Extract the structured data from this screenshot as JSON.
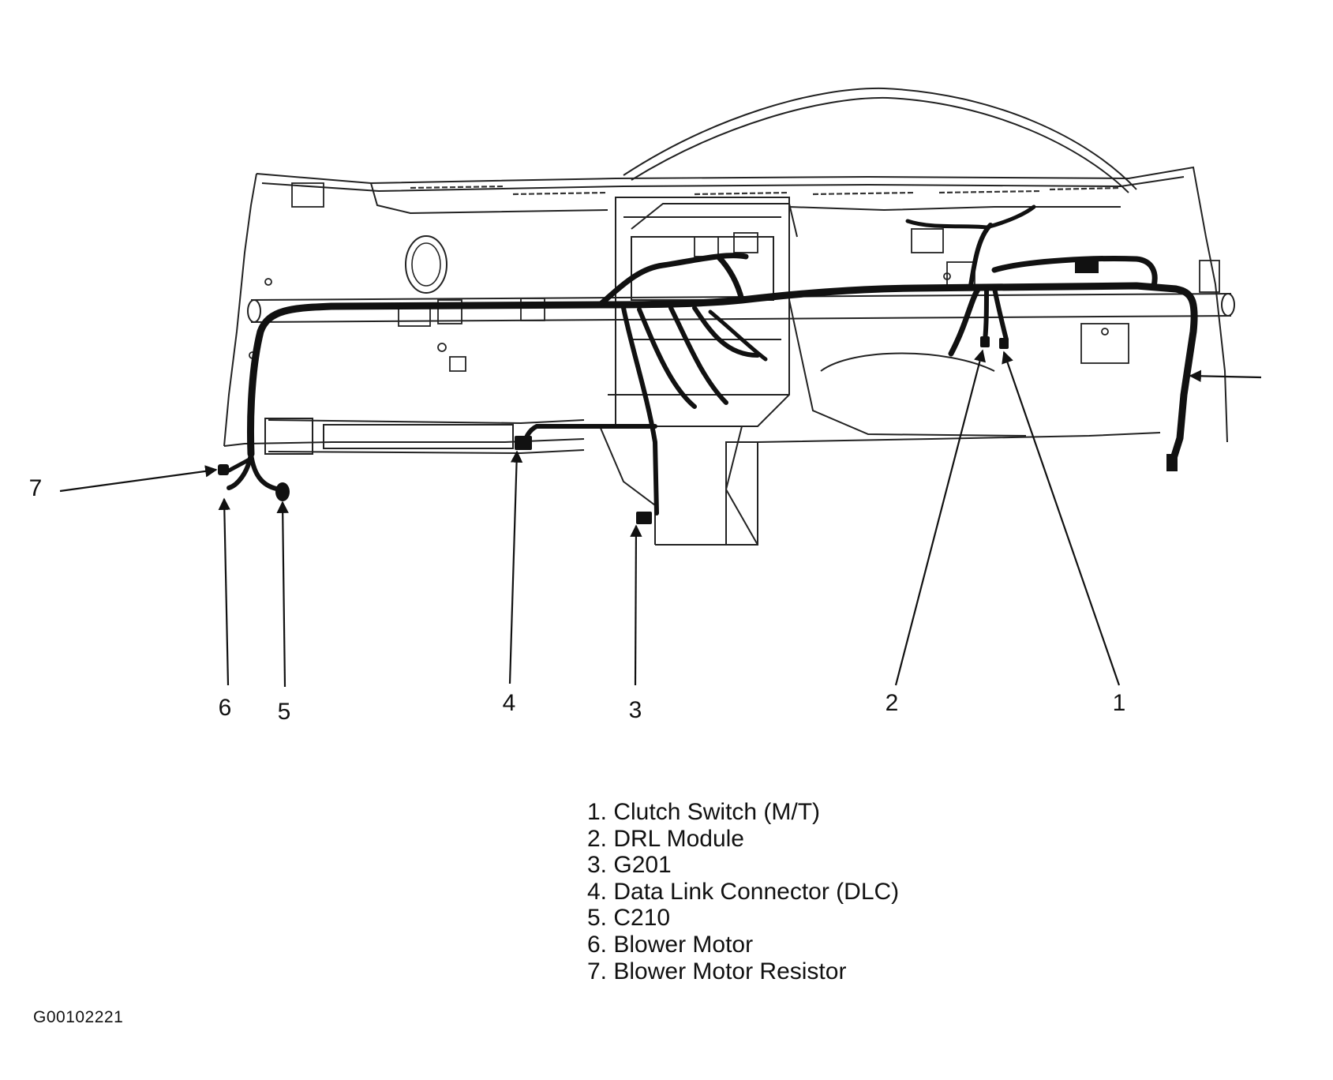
{
  "callouts": [
    "7",
    "6",
    "5",
    "4",
    "3",
    "2",
    "1"
  ],
  "legend": [
    "1. Clutch Switch (M/T)",
    "2. DRL Module",
    "3. G201",
    "4. Data Link Connector (DLC)",
    "5. C210",
    "6. Blower Motor",
    "7. Blower Motor Resistor"
  ],
  "figure_id": "G00102221",
  "colors": {
    "ink": "#111111",
    "paper": "#ffffff"
  }
}
